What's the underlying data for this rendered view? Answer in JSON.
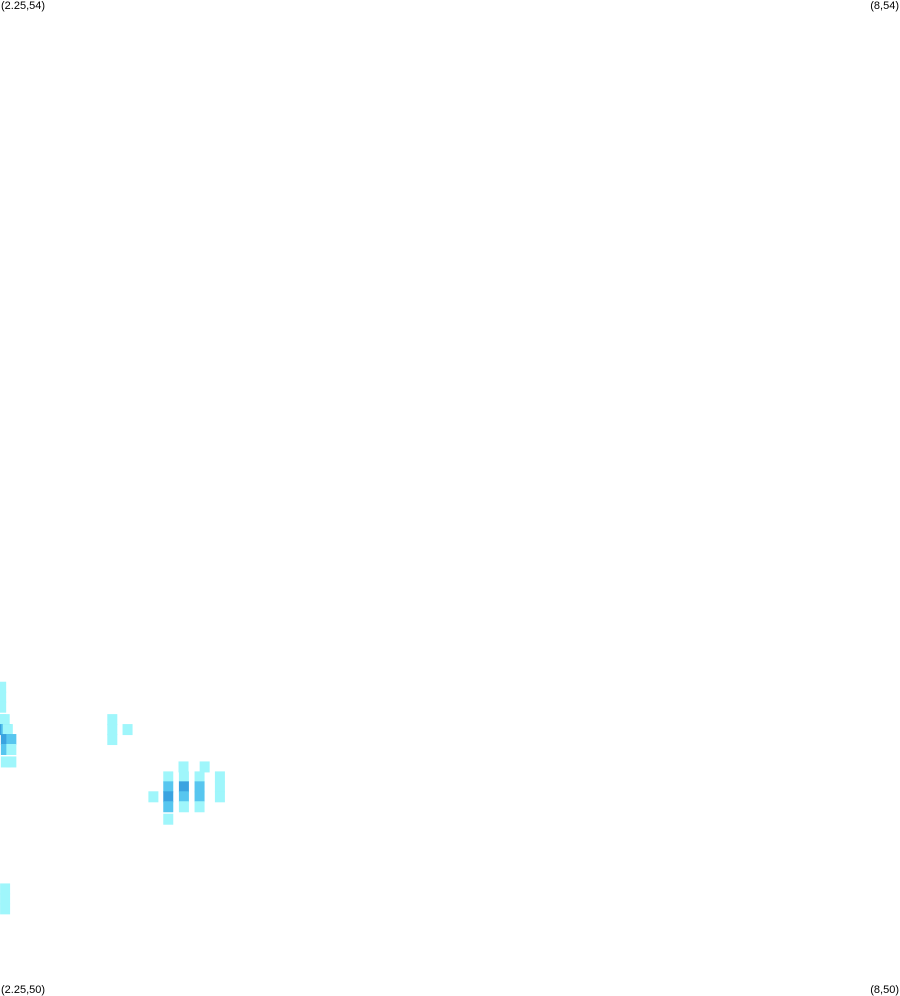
{
  "corners": {
    "top_left": "(2.25,54)",
    "top_right": "(8,54)",
    "bottom_left": "(2.25,50)",
    "bottom_right": "(8,50)"
  },
  "colors": {
    "background": "#ffffff",
    "level_1": "#9ff6fb",
    "level_2": "#57c6ef",
    "level_3": "#3aa3e0"
  },
  "chart_data": {
    "type": "heatmap",
    "xlim": [
      2.25,
      8
    ],
    "ylim": [
      50,
      54
    ],
    "grid": false,
    "legend": "none",
    "cell_size": [
      0.0639,
      0.0442
    ],
    "cells": [
      {
        "x": 2.2575,
        "y": 51.24,
        "level": 1
      },
      {
        "x": 2.2575,
        "y": 51.2,
        "level": 1
      },
      {
        "x": 2.2575,
        "y": 51.16,
        "level": 1
      },
      {
        "x": 2.2575,
        "y": 51.11,
        "level": 1
      },
      {
        "x": 2.28,
        "y": 51.11,
        "level": 1
      },
      {
        "x": 2.2575,
        "y": 51.07,
        "level": 3
      },
      {
        "x": 2.29,
        "y": 51.07,
        "level": 2
      },
      {
        "x": 2.3,
        "y": 51.07,
        "level": 1
      },
      {
        "x": 2.2875,
        "y": 51.03,
        "level": 3
      },
      {
        "x": 2.3225,
        "y": 51.03,
        "level": 2
      },
      {
        "x": 2.2875,
        "y": 50.99,
        "level": 2
      },
      {
        "x": 2.3225,
        "y": 50.99,
        "level": 1
      },
      {
        "x": 2.2875,
        "y": 50.94,
        "level": 1
      },
      {
        "x": 2.3225,
        "y": 50.94,
        "level": 1
      },
      {
        "x": 2.9675,
        "y": 51.11,
        "level": 1
      },
      {
        "x": 2.9675,
        "y": 51.07,
        "level": 1
      },
      {
        "x": 3.065,
        "y": 51.07,
        "level": 1
      },
      {
        "x": 2.9675,
        "y": 51.03,
        "level": 1
      },
      {
        "x": 3.4225,
        "y": 50.92,
        "level": 1
      },
      {
        "x": 3.5575,
        "y": 50.92,
        "level": 1
      },
      {
        "x": 3.325,
        "y": 50.88,
        "level": 1
      },
      {
        "x": 3.425,
        "y": 50.88,
        "level": 1
      },
      {
        "x": 3.525,
        "y": 50.88,
        "level": 1
      },
      {
        "x": 3.655,
        "y": 50.88,
        "level": 1
      },
      {
        "x": 3.325,
        "y": 50.84,
        "level": 2
      },
      {
        "x": 3.425,
        "y": 50.84,
        "level": 3
      },
      {
        "x": 3.525,
        "y": 50.84,
        "level": 2
      },
      {
        "x": 3.655,
        "y": 50.84,
        "level": 1
      },
      {
        "x": 3.23,
        "y": 50.8,
        "level": 1
      },
      {
        "x": 3.325,
        "y": 50.8,
        "level": 3
      },
      {
        "x": 3.425,
        "y": 50.8,
        "level": 2
      },
      {
        "x": 3.525,
        "y": 50.8,
        "level": 2
      },
      {
        "x": 3.655,
        "y": 50.8,
        "level": 1
      },
      {
        "x": 3.325,
        "y": 50.76,
        "level": 2
      },
      {
        "x": 3.425,
        "y": 50.76,
        "level": 1
      },
      {
        "x": 3.525,
        "y": 50.76,
        "level": 1
      },
      {
        "x": 3.325,
        "y": 50.71,
        "level": 1
      },
      {
        "x": 2.2825,
        "y": 50.43,
        "level": 1
      },
      {
        "x": 2.2825,
        "y": 50.39,
        "level": 1
      },
      {
        "x": 2.2825,
        "y": 50.35,
        "level": 1
      }
    ]
  }
}
